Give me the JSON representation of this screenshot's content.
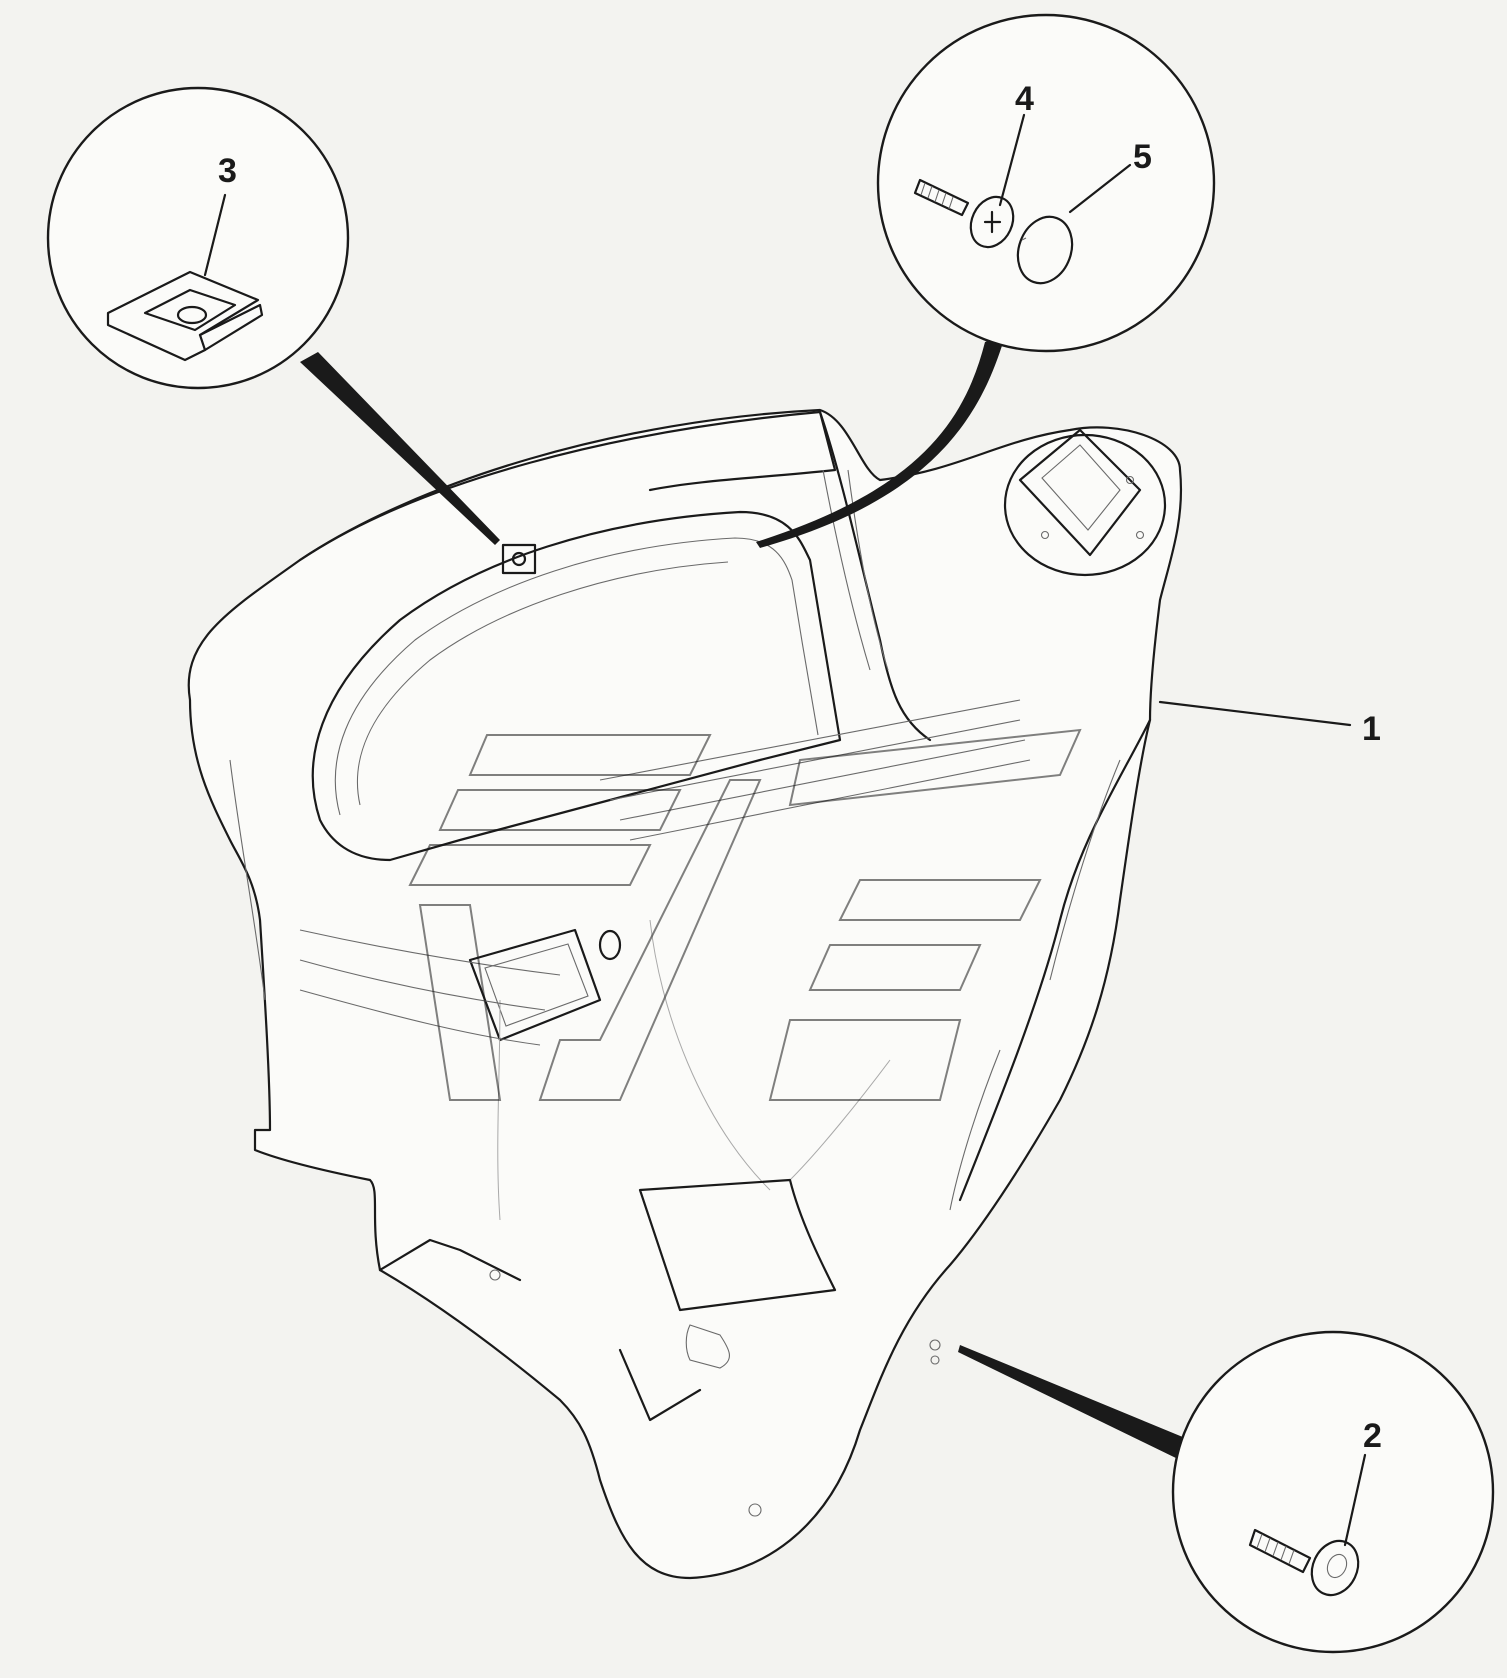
{
  "callouts": [
    {
      "id": "1",
      "label": "1",
      "part": "instrument-panel-trim"
    },
    {
      "id": "2",
      "label": "2",
      "part": "screw"
    },
    {
      "id": "3",
      "label": "3",
      "part": "clip-nut"
    },
    {
      "id": "4",
      "label": "4",
      "part": "screw"
    },
    {
      "id": "5",
      "label": "5",
      "part": "cap"
    }
  ],
  "colors": {
    "ink": "#1a1a1a",
    "background": "#f3f3f0",
    "paper": "#fbfbf9"
  }
}
